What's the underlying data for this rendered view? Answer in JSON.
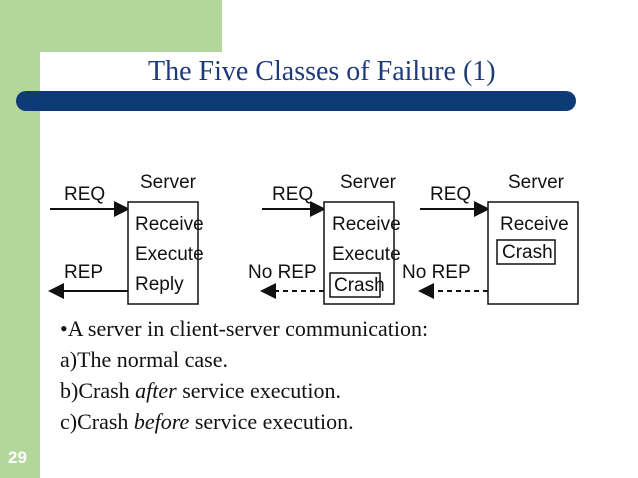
{
  "slide": {
    "title": "The Five Classes of Failure (1)",
    "number": "29"
  },
  "diagram": {
    "a": {
      "request": "REQ",
      "reply": "REP",
      "server": "Server",
      "steps": [
        "Receive",
        "Execute",
        "Reply"
      ]
    },
    "b": {
      "request": "REQ",
      "reply": "No REP",
      "server": "Server",
      "steps": [
        "Receive",
        "Execute",
        "Crash"
      ]
    },
    "c": {
      "request": "REQ",
      "reply": "No REP",
      "server": "Server",
      "steps": [
        "Receive",
        "Crash"
      ]
    }
  },
  "body": {
    "line1": "•A server in client-server communication:",
    "line2": "a)The normal case.",
    "line3_prefix": "b)Crash ",
    "line3_em": "after",
    "line3_suffix": " service execution.",
    "line4_prefix": "c)Crash ",
    "line4_em": "before",
    "line4_suffix": " service execution."
  }
}
